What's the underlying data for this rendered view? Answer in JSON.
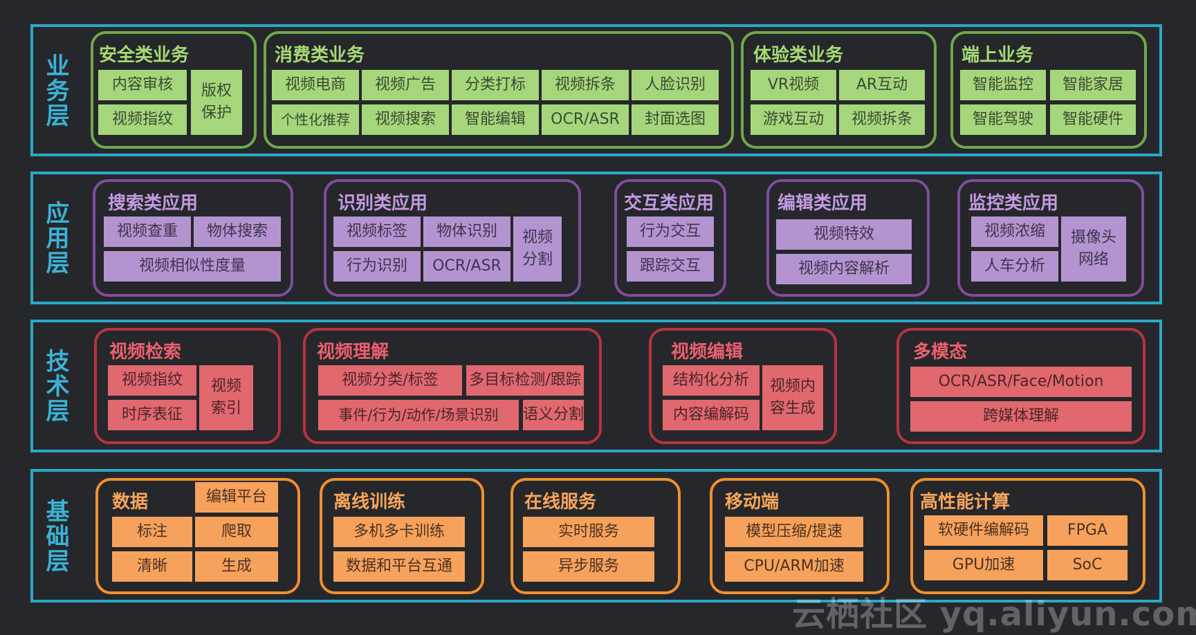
{
  "layers": [
    {
      "label": "业务层",
      "groups": [
        {
          "title": "安全类业务",
          "cells": [
            "内容审核",
            "视频指纹",
            "版权保护"
          ]
        },
        {
          "title": "消费类业务",
          "cells": [
            "视频电商",
            "视频广告",
            "分类打标",
            "视频拆条",
            "人脸识别",
            "个性化推荐",
            "视频搜索",
            "智能编辑",
            "OCR/ASR",
            "封面选图"
          ]
        },
        {
          "title": "体验类业务",
          "cells": [
            "VR视频",
            "AR互动",
            "游戏互动",
            "视频拆条"
          ]
        },
        {
          "title": "端上业务",
          "cells": [
            "智能监控",
            "智能家居",
            "智能驾驶",
            "智能硬件"
          ]
        }
      ]
    },
    {
      "label": "应用层",
      "groups": [
        {
          "title": "搜索类应用",
          "cells": [
            "视频查重",
            "物体搜索",
            "视频相似性度量"
          ]
        },
        {
          "title": "识别类应用",
          "cells": [
            "视频标签",
            "物体识别",
            "行为识别",
            "OCR/ASR",
            "视频分割"
          ]
        },
        {
          "title": "交互类应用",
          "cells": [
            "行为交互",
            "跟踪交互"
          ]
        },
        {
          "title": "编辑类应用",
          "cells": [
            "视频特效",
            "视频内容解析"
          ]
        },
        {
          "title": "监控类应用",
          "cells": [
            "视频浓缩",
            "人车分析",
            "摄像头网络"
          ]
        }
      ]
    },
    {
      "label": "技术层",
      "groups": [
        {
          "title": "视频检索",
          "cells": [
            "视频指纹",
            "时序表征",
            "视频索引"
          ]
        },
        {
          "title": "视频理解",
          "cells": [
            "视频分类/标签",
            "多目标检测/跟踪",
            "事件/行为/动作/场景识别",
            "语义分割"
          ]
        },
        {
          "title": "视频编辑",
          "cells": [
            "结构化分析",
            "内容编解码",
            "视频内容生成"
          ]
        },
        {
          "title": "多模态",
          "cells": [
            "OCR/ASR/Face/Motion",
            "跨媒体理解"
          ]
        }
      ]
    },
    {
      "label": "基础层",
      "groups": [
        {
          "title": "数据",
          "cells": [
            "编辑平台",
            "标注",
            "爬取",
            "清晰",
            "生成"
          ]
        },
        {
          "title": "离线训练",
          "cells": [
            "多机多卡训练",
            "数据和平台互通"
          ]
        },
        {
          "title": "在线服务",
          "cells": [
            "实时服务",
            "异步服务"
          ]
        },
        {
          "title": "移动端",
          "cells": [
            "模型压缩/提速",
            "CPU/ARM加速"
          ]
        },
        {
          "title": "高性能计算",
          "cells": [
            "软硬件编解码",
            "FPGA",
            "GPU加速",
            "SoC"
          ]
        }
      ]
    }
  ],
  "watermark": "云栖社区 yq.aliyun.com"
}
